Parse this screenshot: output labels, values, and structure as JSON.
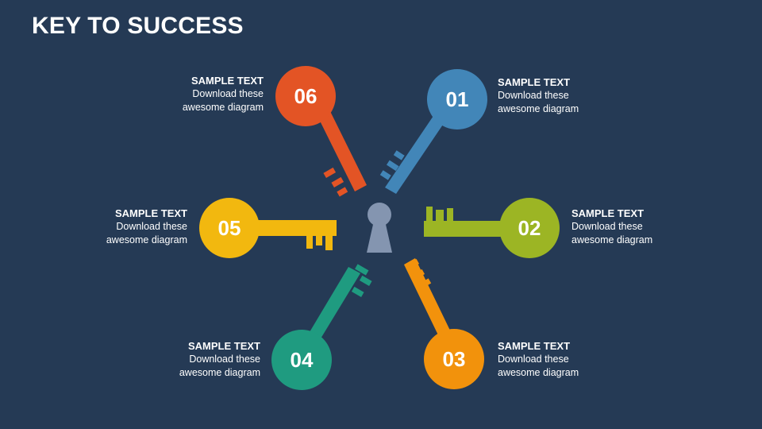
{
  "title": "KEY TO SUCCESS",
  "colors": {
    "background": "#253a55",
    "keyhole": "#8495b0",
    "key01": "#4286b8",
    "key02": "#9cb524",
    "key03": "#f2920c",
    "key04": "#1f9b80",
    "key05": "#f2b80f",
    "key06": "#e35425"
  },
  "keys": [
    {
      "number": "01",
      "heading": "SAMPLE TEXT",
      "desc1": "Download these",
      "desc2": "awesome diagram"
    },
    {
      "number": "02",
      "heading": "SAMPLE TEXT",
      "desc1": "Download these",
      "desc2": "awesome diagram"
    },
    {
      "number": "03",
      "heading": "SAMPLE TEXT",
      "desc1": "Download these",
      "desc2": "awesome diagram"
    },
    {
      "number": "04",
      "heading": "SAMPLE TEXT",
      "desc1": "Download these",
      "desc2": "awesome diagram"
    },
    {
      "number": "05",
      "heading": "SAMPLE TEXT",
      "desc1": "Download these",
      "desc2": "awesome diagram"
    },
    {
      "number": "06",
      "heading": "SAMPLE TEXT",
      "desc1": "Download these",
      "desc2": "awesome diagram"
    }
  ]
}
